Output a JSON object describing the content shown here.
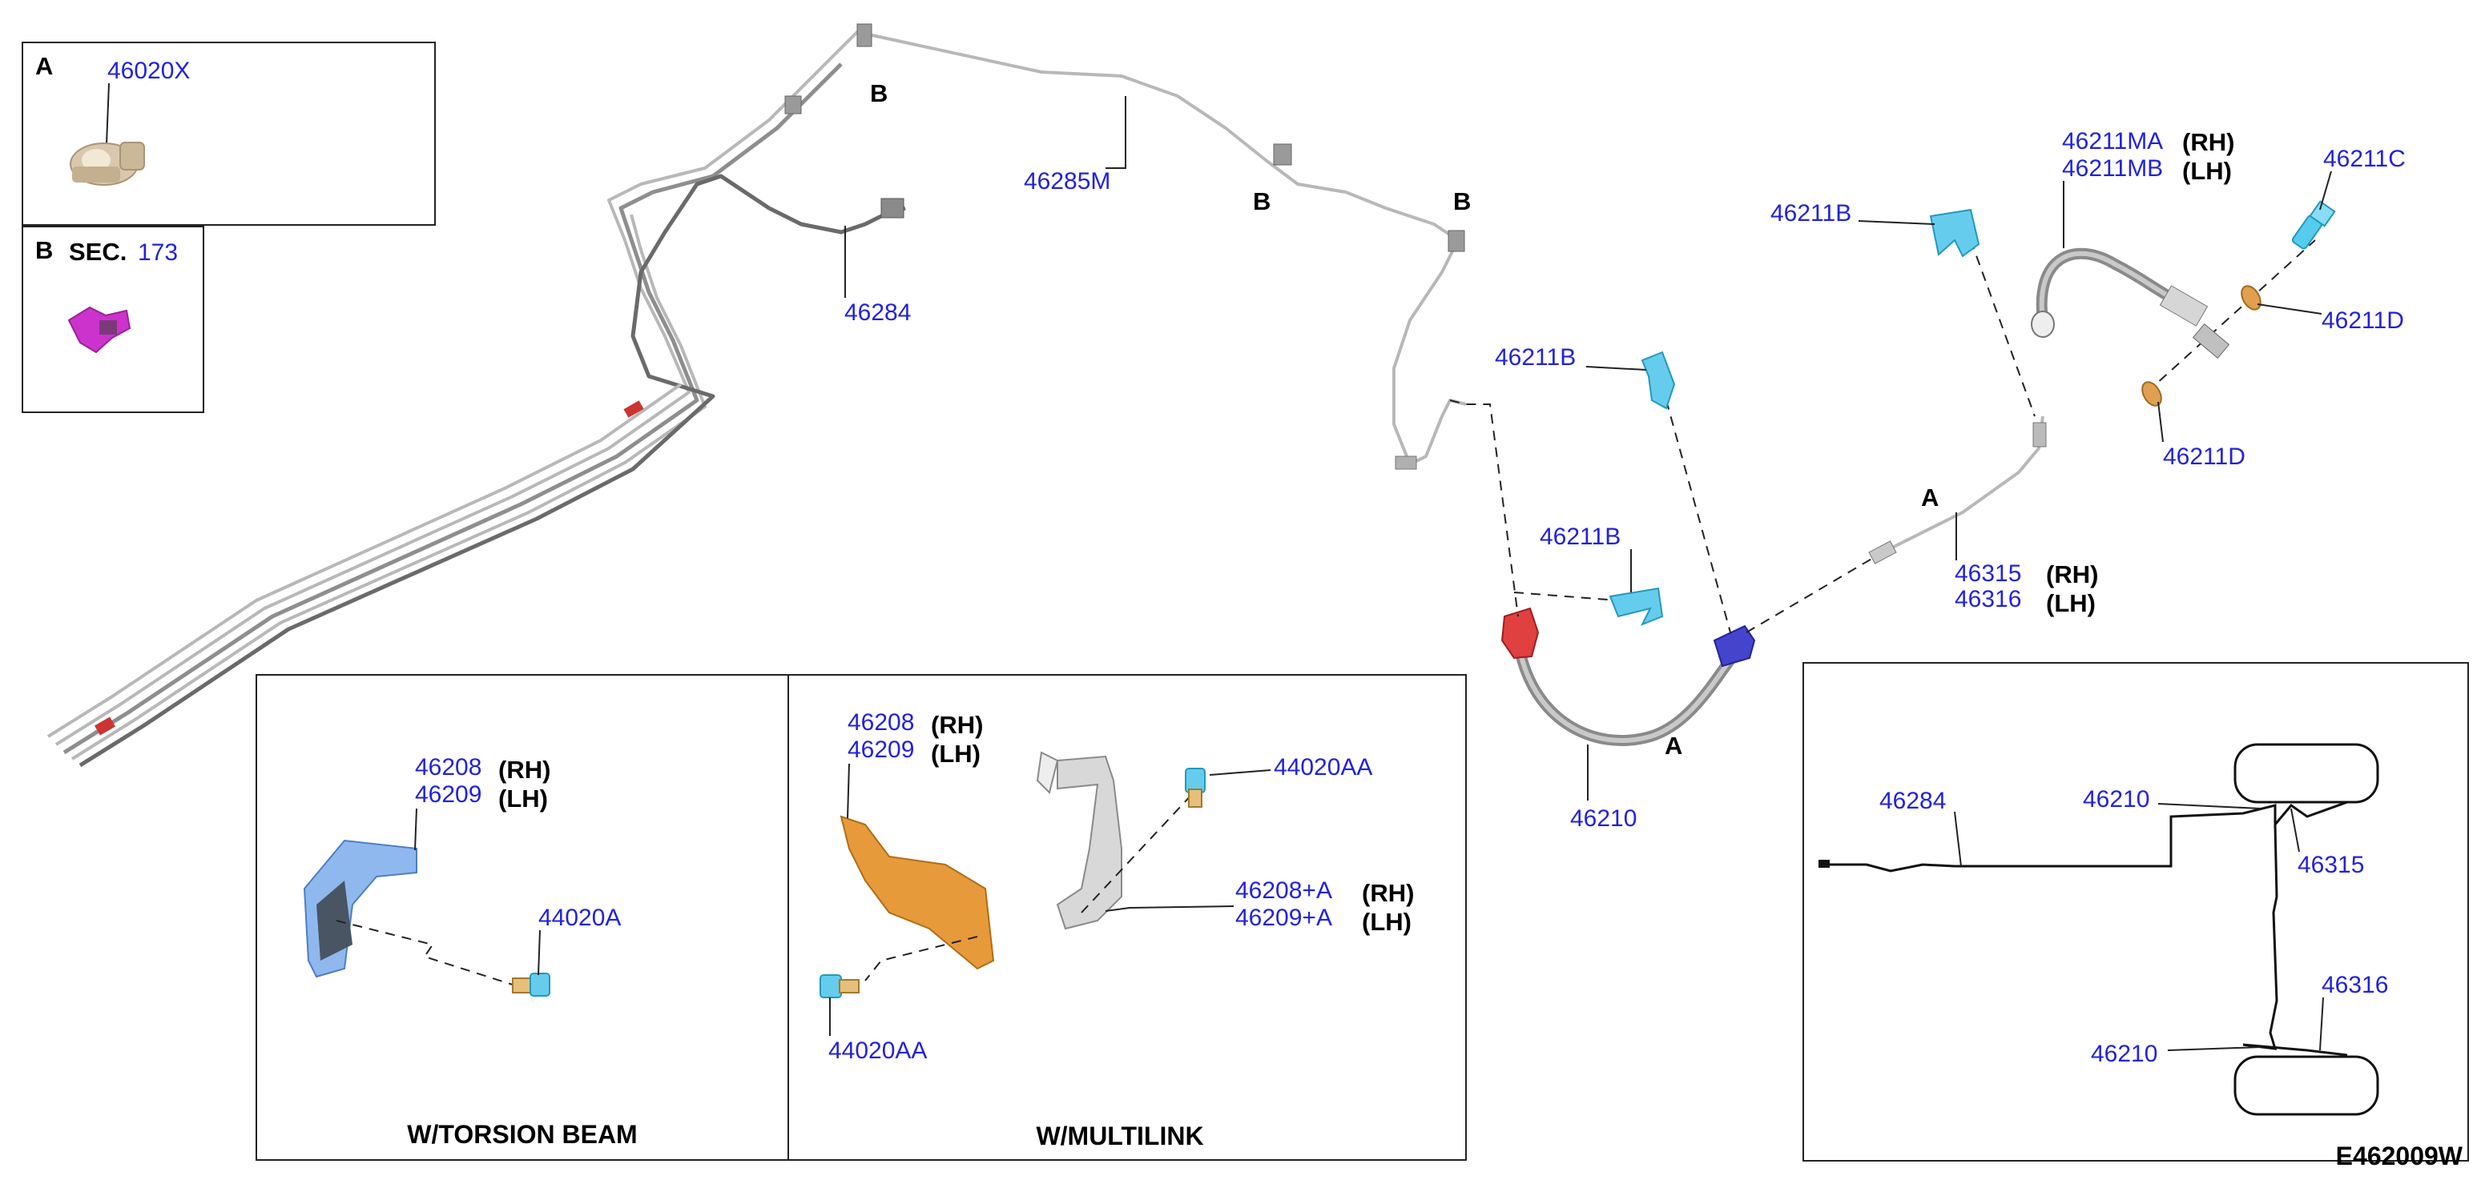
{
  "diagram_id": "E462009W",
  "inset_a": {
    "letter": "A",
    "part": "46020X"
  },
  "inset_b": {
    "letter": "B",
    "sec_prefix": "SEC.",
    "sec_num": "173"
  },
  "callouts": {
    "p46285m": "46285M",
    "p46284": "46284",
    "p46211b_top": "46211B",
    "p46211b_mid": "46211B",
    "p46211b_low": "46211B",
    "p46211ma": "46211MA",
    "p46211mb": "46211MB",
    "p46211c": "46211C",
    "p46211d_right": "46211D",
    "p46211d_low": "46211D",
    "p46315": "46315",
    "p46316": "46316",
    "p46210": "46210"
  },
  "suffix": {
    "rh": "(RH)",
    "lh": "(LH)"
  },
  "view_letters": {
    "b1": "B",
    "b2": "B",
    "b3": "B",
    "a1": "A",
    "a2": "A"
  },
  "torsion_box": {
    "caption": "W/TORSION BEAM",
    "p46208": "46208",
    "p46209": "46209",
    "p44020a": "44020A"
  },
  "multilink_box": {
    "caption": "W/MULTILINK",
    "p46208": "46208",
    "p46209": "46209",
    "p44020aa_top": "44020AA",
    "p44020aa_low": "44020AA",
    "p46208a": "46208+A",
    "p46209a": "46209+A"
  },
  "layout_box": {
    "p46284": "46284",
    "p46210_top": "46210",
    "p46210_low": "46210",
    "p46315": "46315",
    "p46316": "46316"
  }
}
